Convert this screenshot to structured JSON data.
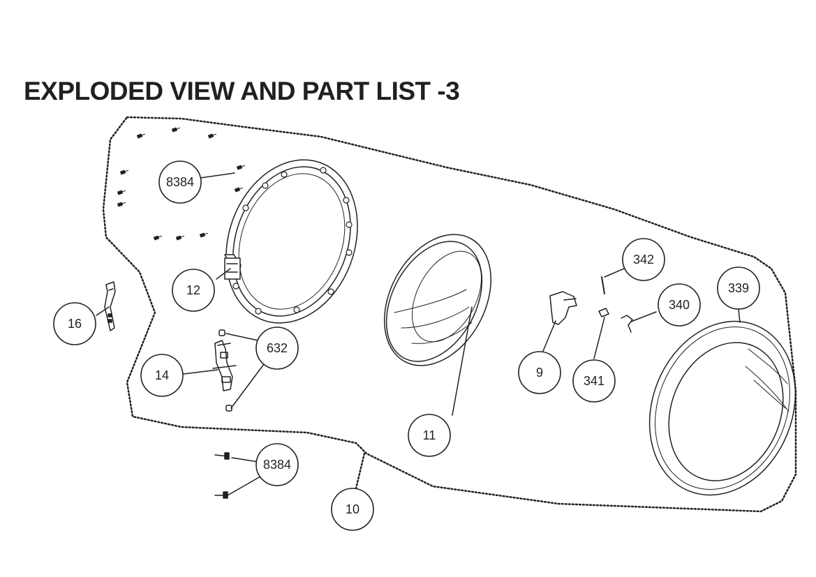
{
  "page": {
    "title": "EXPLODED VIEW AND PART LIST -3"
  },
  "callouts": [
    {
      "id": "c-8384-top",
      "label": "8384"
    },
    {
      "id": "c-12",
      "label": "12"
    },
    {
      "id": "c-16",
      "label": "16"
    },
    {
      "id": "c-632",
      "label": "632"
    },
    {
      "id": "c-14",
      "label": "14"
    },
    {
      "id": "c-8384-bottom",
      "label": "8384"
    },
    {
      "id": "c-10",
      "label": "10"
    },
    {
      "id": "c-11",
      "label": "11"
    },
    {
      "id": "c-9",
      "label": "9"
    },
    {
      "id": "c-342",
      "label": "342"
    },
    {
      "id": "c-341",
      "label": "341"
    },
    {
      "id": "c-340",
      "label": "340"
    },
    {
      "id": "c-339",
      "label": "339"
    }
  ],
  "colors": {
    "ink": "#231f20",
    "background": "#ffffff"
  }
}
